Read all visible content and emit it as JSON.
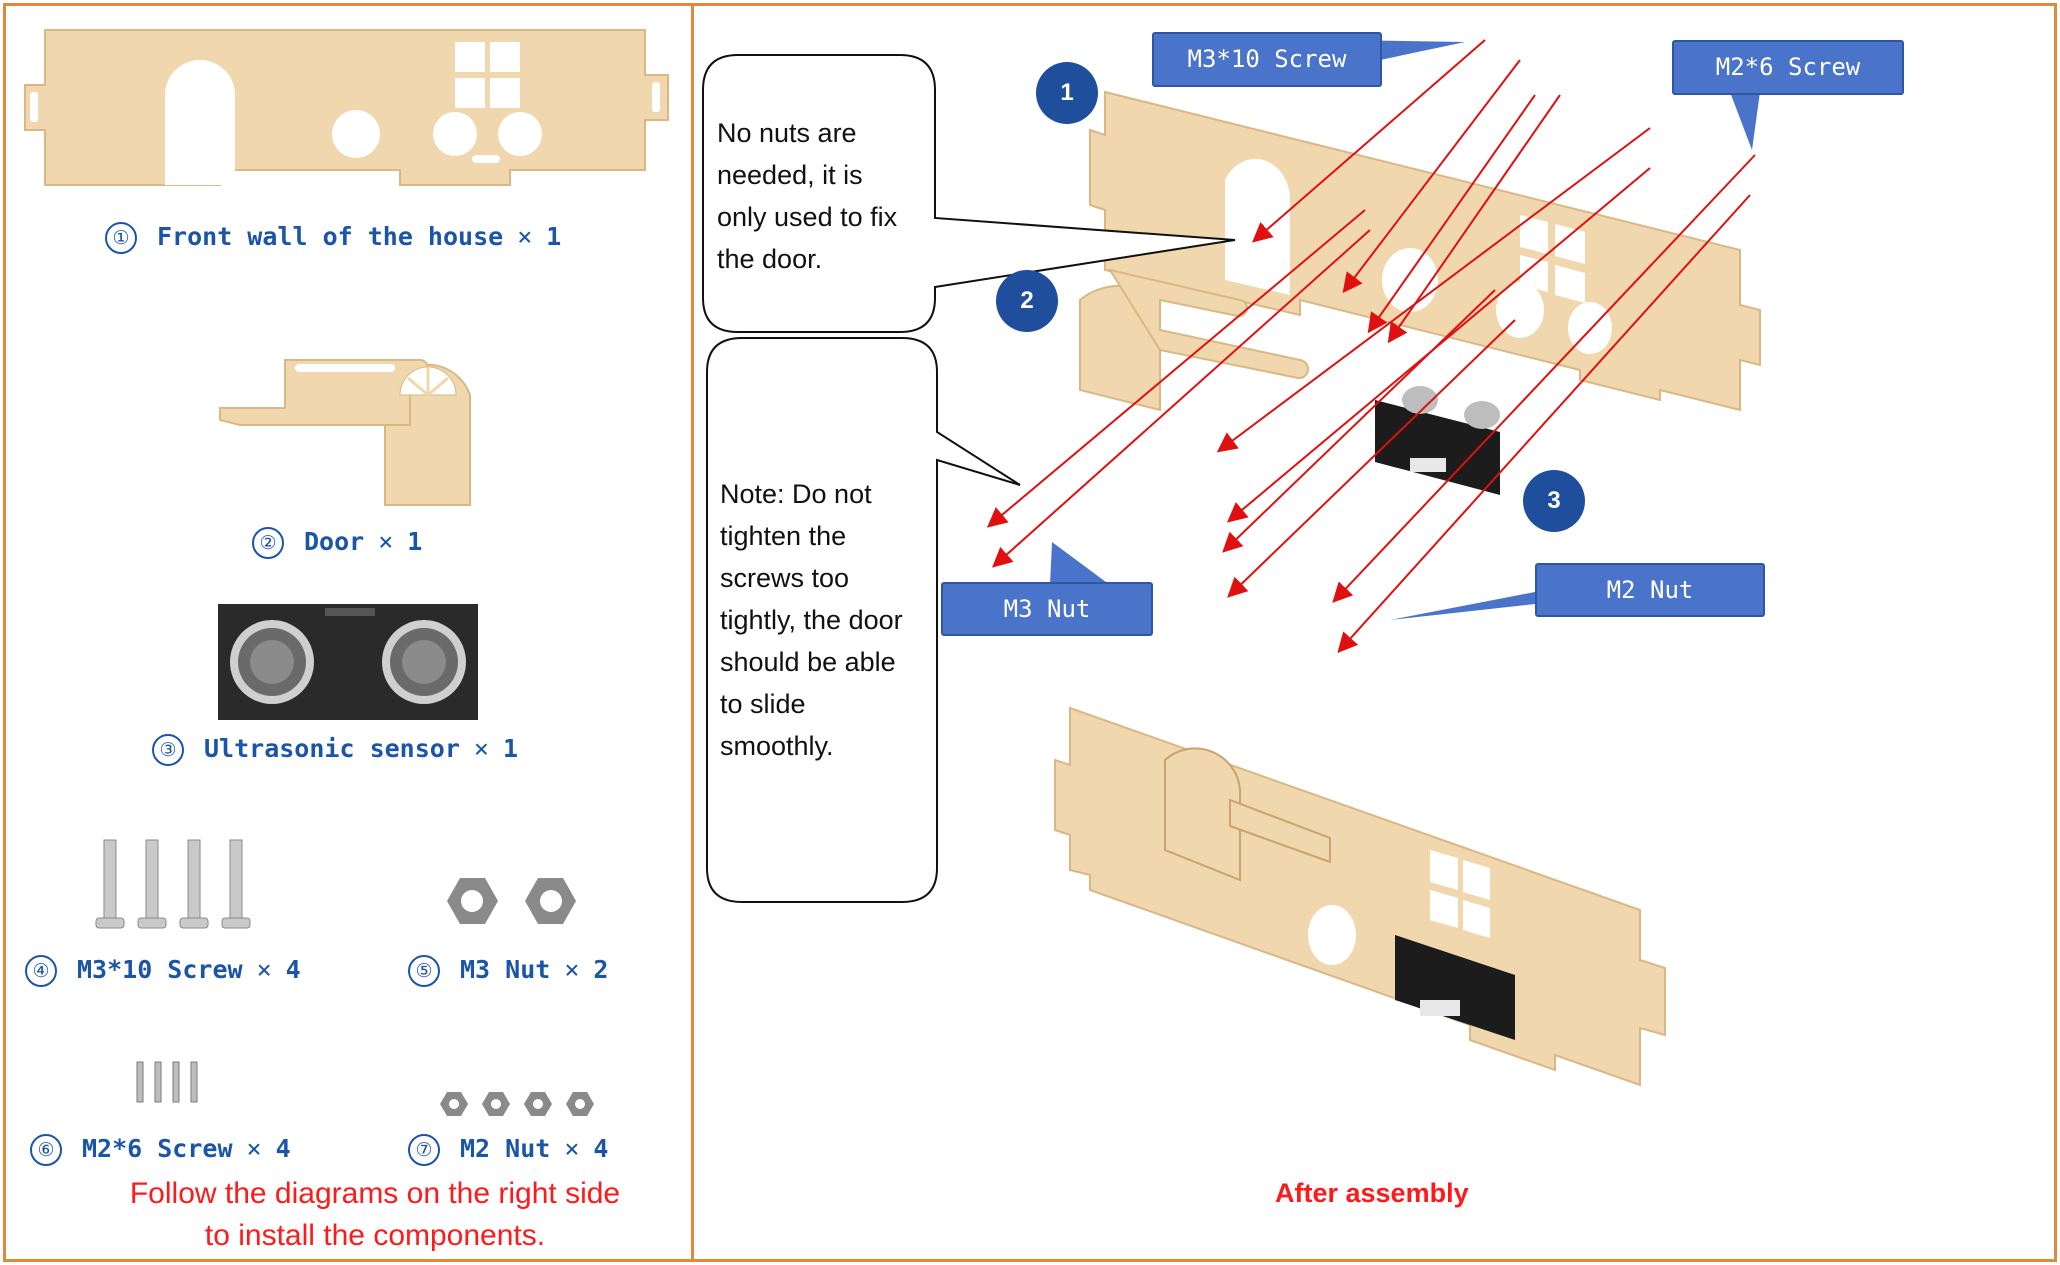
{
  "parts": [
    {
      "num": "①",
      "name": "Front wall of the house",
      "qty": "1"
    },
    {
      "num": "②",
      "name": "Door",
      "qty": "1"
    },
    {
      "num": "③",
      "name": "Ultrasonic sensor",
      "qty": "1"
    },
    {
      "num": "④",
      "name": "M3*10 Screw",
      "qty": "4"
    },
    {
      "num": "⑤",
      "name": "M3 Nut",
      "qty": "2"
    },
    {
      "num": "⑥",
      "name": "M2*6 Screw",
      "qty": "4"
    },
    {
      "num": "⑦",
      "name": "M2 Nut",
      "qty": "4"
    }
  ],
  "times_sign": "×",
  "left_note": {
    "line1": "Follow the diagrams on the right side",
    "line2": "to install the components."
  },
  "callouts": {
    "m3_screw": "M3*10 Screw",
    "m2_screw": "M2*6 Screw",
    "m3_nut": "M3 Nut",
    "m2_nut": "M2 Nut"
  },
  "steps": [
    "1",
    "2",
    "3"
  ],
  "bubble1": [
    "No nuts are",
    "needed, it is",
    "only used to fix",
    "the door."
  ],
  "bubble2": [
    "Note: Do not",
    "tighten the",
    "screws too",
    "tightly, the door",
    "should be able",
    "to slide",
    "smoothly."
  ],
  "after_label": "After assembly",
  "colors": {
    "frame": "#e08a3c",
    "label_blue": "#1b55a8",
    "callout_fill": "#4a74c9",
    "step_fill": "#1f4e9c",
    "arrow_red": "#e01010",
    "wood": "#f1d7ad",
    "note_red": "#ff1a1a"
  }
}
